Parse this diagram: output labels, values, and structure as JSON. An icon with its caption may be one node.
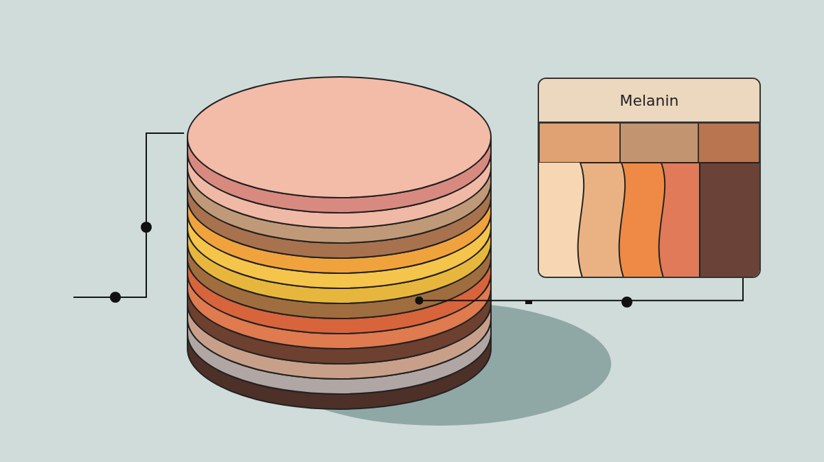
{
  "diagram": {
    "nodes": [
      {
        "text": [],
        "shape": "cylinder"
      },
      {
        "text": [
          "Melanin"
        ]
      }
    ],
    "edges": [
      {
        "from": null,
        "to": 0,
        "arrow": "none"
      },
      {
        "from": 0,
        "to": 1,
        "arrow": "other"
      }
    ]
  }
}
